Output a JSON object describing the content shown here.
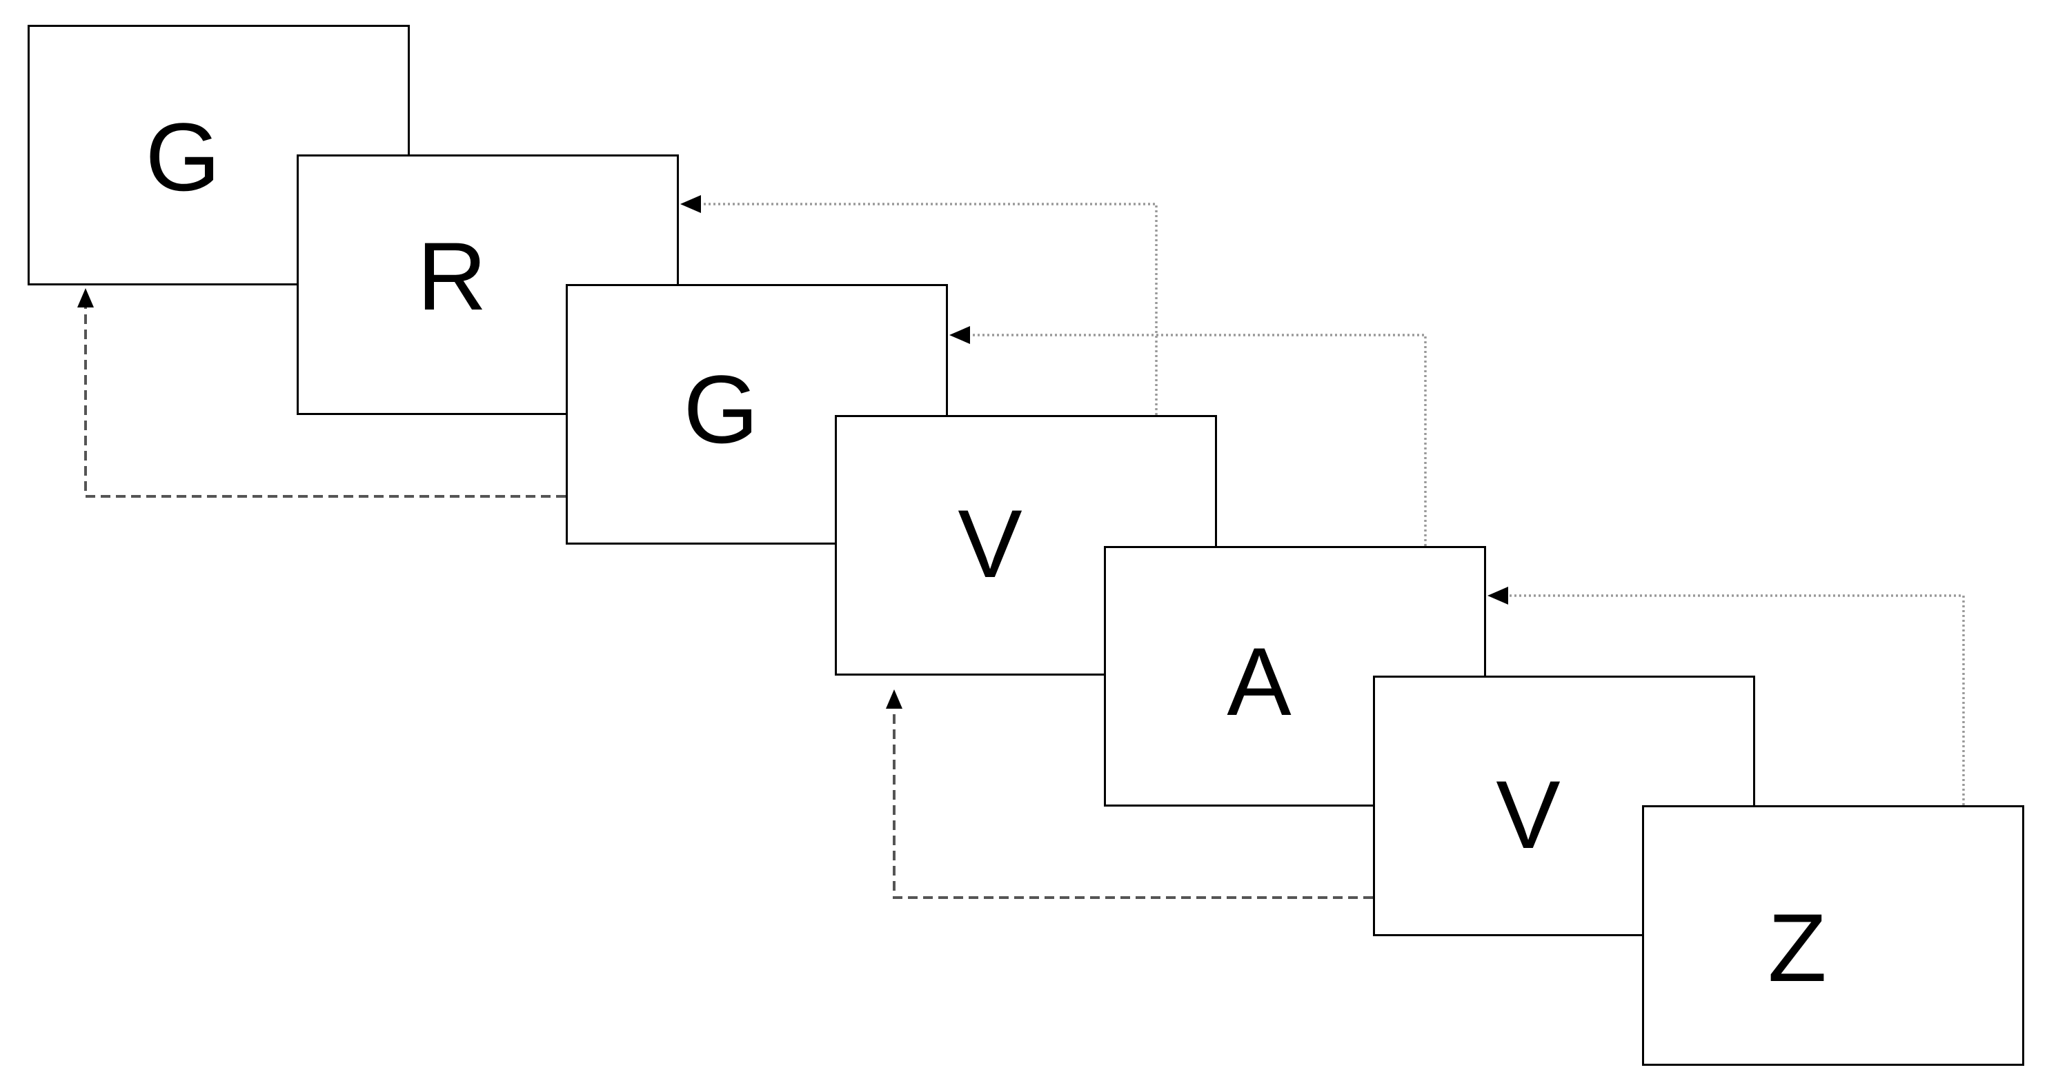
{
  "cards": [
    {
      "letter": "G"
    },
    {
      "letter": "R"
    },
    {
      "letter": "G"
    },
    {
      "letter": "V"
    },
    {
      "letter": "A"
    },
    {
      "letter": "V"
    },
    {
      "letter": "Z"
    }
  ],
  "connectors": {
    "dashed": [
      {
        "from": 3,
        "to": 1
      },
      {
        "from": 6,
        "to": 4
      }
    ],
    "dotted": [
      {
        "from": 4,
        "to": 2
      },
      {
        "from": 5,
        "to": 3
      },
      {
        "from": 7,
        "to": 5
      }
    ]
  },
  "colors": {
    "box_border": "#000000",
    "text": "#000000",
    "dashed_line": "#555555",
    "dotted_line": "#999999",
    "arrowhead": "#000000",
    "background": "#ffffff"
  }
}
